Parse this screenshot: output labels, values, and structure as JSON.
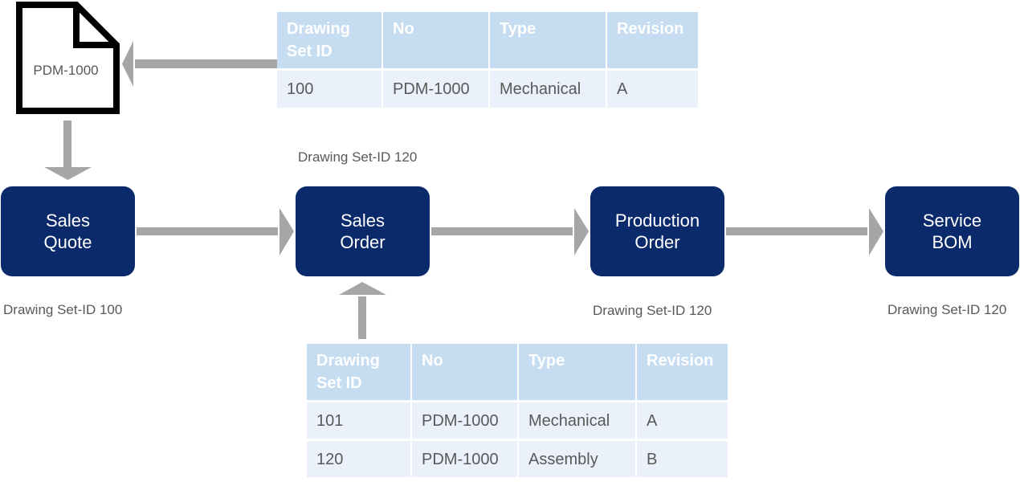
{
  "document_icon": {
    "label": "PDM-1000"
  },
  "process_steps": [
    {
      "line1": "Sales",
      "line2": "Quote",
      "caption": "Drawing Set-ID 100"
    },
    {
      "line1": "Sales",
      "line2": "Order",
      "caption": "Drawing Set-ID 120"
    },
    {
      "line1": "Production",
      "line2": "Order",
      "caption": "Drawing Set-ID 120"
    },
    {
      "line1": "Service",
      "line2": "BOM",
      "caption": "Drawing Set-ID 120"
    }
  ],
  "top_table": {
    "headers": [
      "Drawing Set ID",
      "No",
      "Type",
      "Revision"
    ],
    "rows": [
      [
        "100",
        "PDM-1000",
        "Mechanical",
        "A"
      ]
    ]
  },
  "bottom_table": {
    "headers": [
      "Drawing Set ID",
      "No",
      "Type",
      "Revision"
    ],
    "rows": [
      [
        "101",
        "PDM-1000",
        "Mechanical",
        "A"
      ],
      [
        "120",
        "PDM-1000",
        "Assembly",
        "B"
      ]
    ]
  },
  "colors": {
    "process_fill": "#0b2a6b",
    "table_header": "#c5dcf1",
    "table_row": "#eaf1fa",
    "arrow": "#a6a6a6"
  }
}
